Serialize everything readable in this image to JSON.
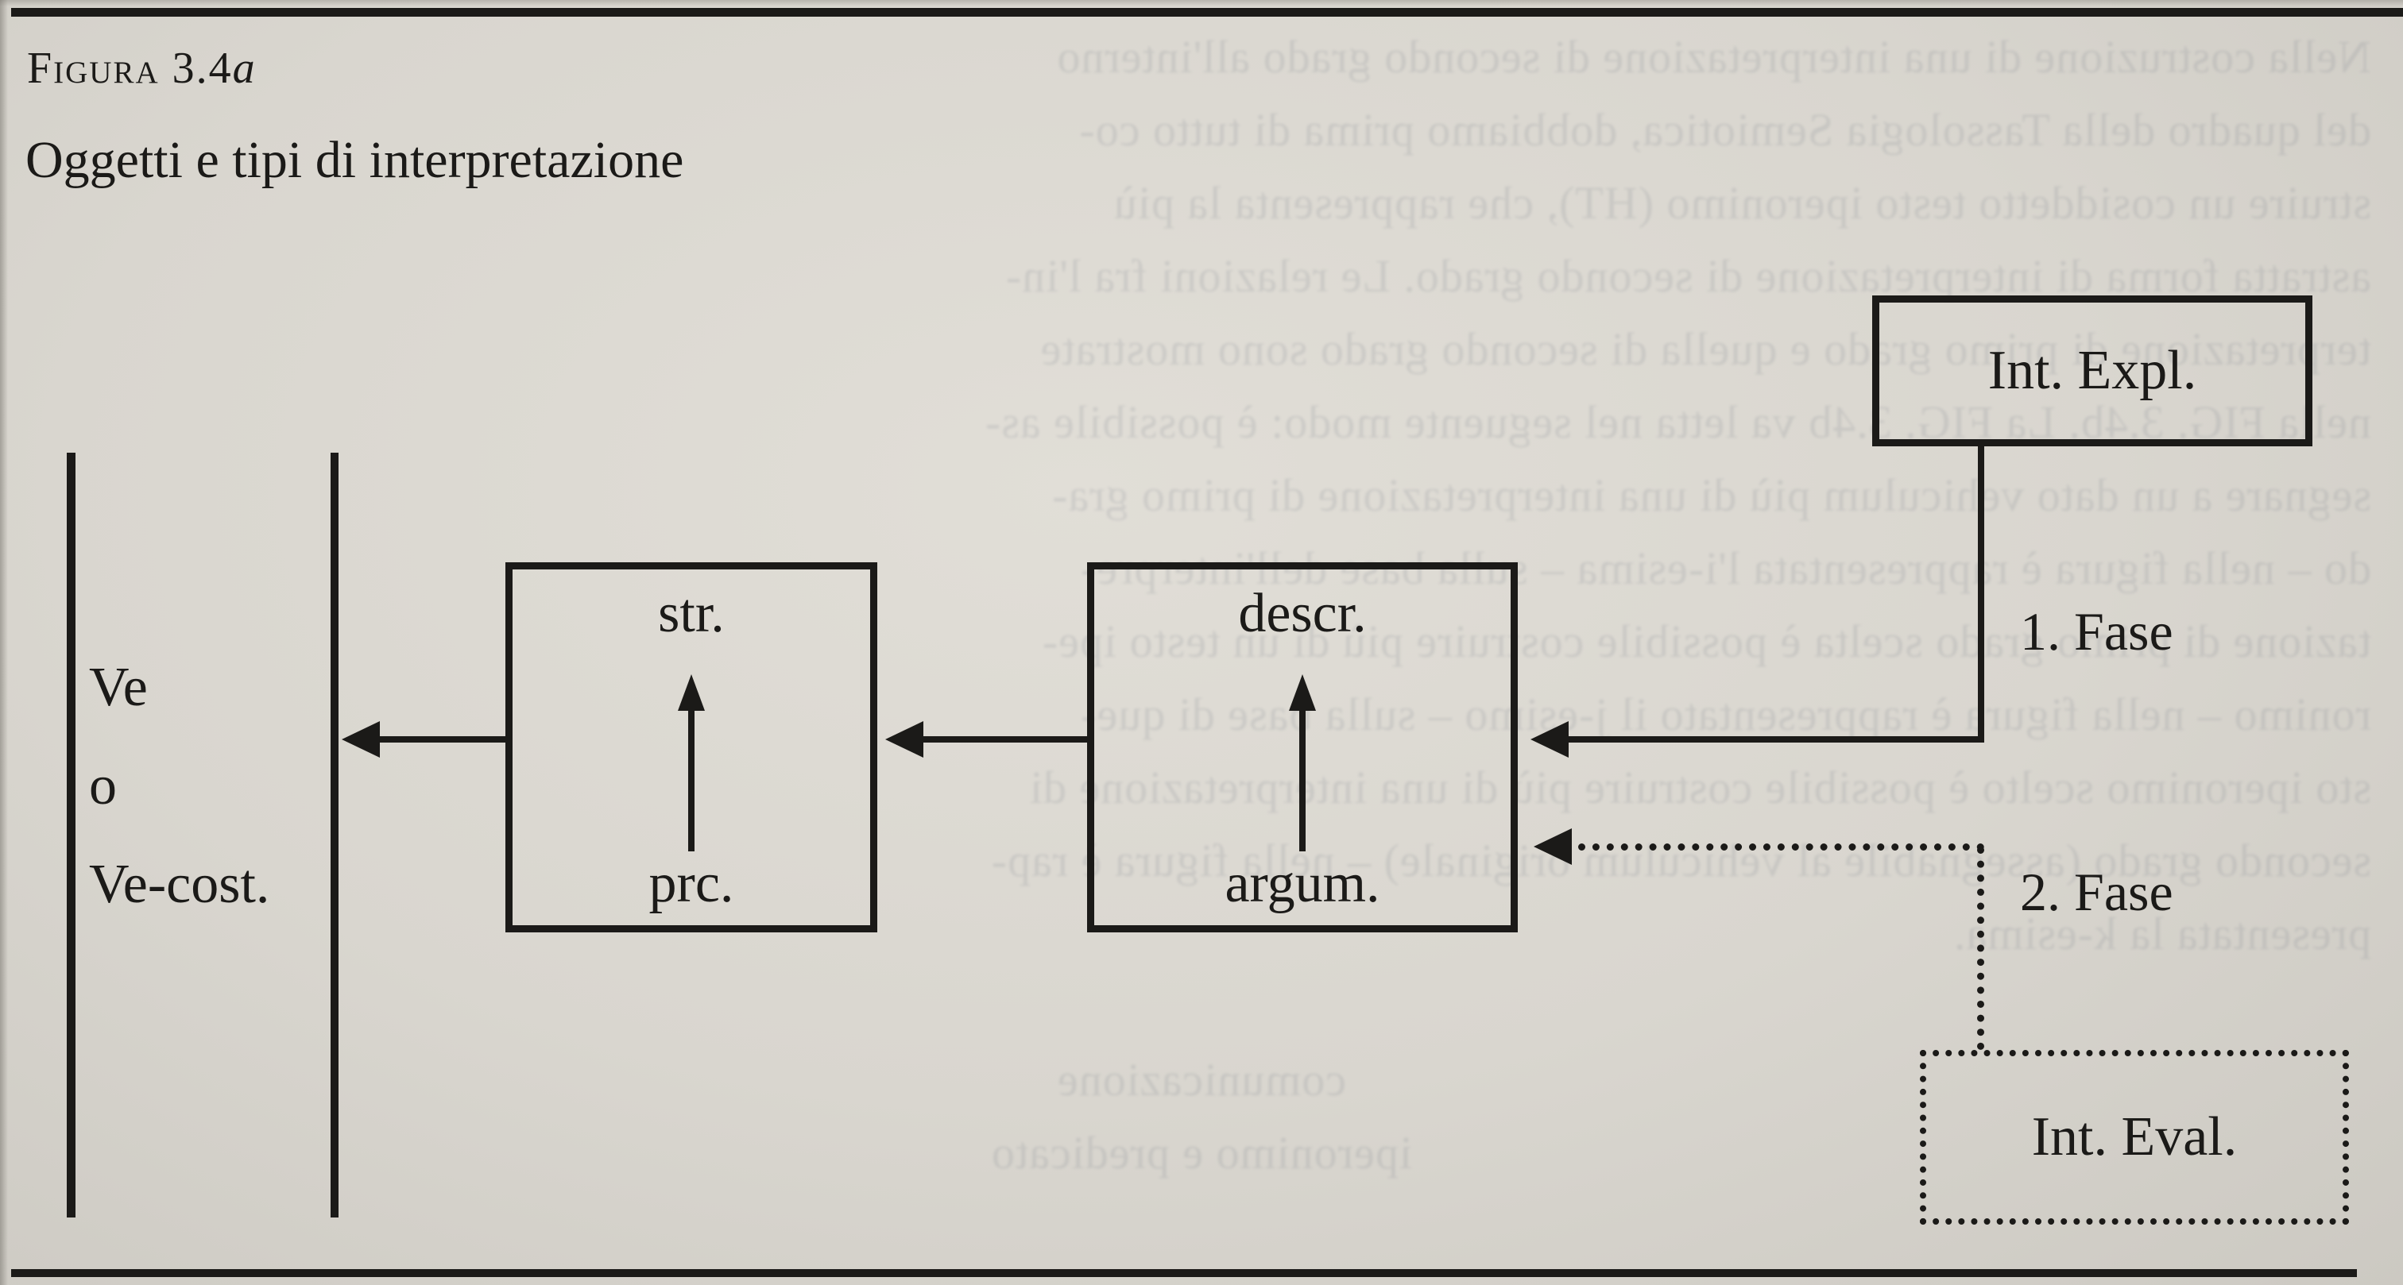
{
  "page": {
    "figure_label": "Figura 3.4",
    "figure_label_suffix": "a",
    "figure_title": "Oggetti e tipi di interpretazione"
  },
  "diagram": {
    "source_label": {
      "lines": [
        "Ve",
        "o",
        "Ve-cost."
      ]
    },
    "box_str": {
      "top": "str.",
      "bottom": "prc."
    },
    "box_descr": {
      "top": "descr.",
      "bottom": "argum."
    },
    "box_int_expl": "Int. Expl.",
    "box_int_eval": "Int. Eval.",
    "phase1": "1. Fase",
    "phase2": "2. Fase"
  },
  "bleedthrough": {
    "lines": [
      "Nella costruzione di una interpretazione di secondo grado all'interno",
      "del quadro della Tassologia Semiotica, dobbiamo prima di tutto co-",
      "struire un cosiddetto testo iperonimo (HT), che rappresenta la più",
      "astratta forma di interpretazione di secondo grado. Le relazioni fra l'in-",
      "terpretazione di primo grado e quella di secondo grado sono mostrate",
      "nella FIG. 3.4b. La FIG. 3.4b va letta nel seguente modo: è possibile as-",
      "segnare a un dato vehiculum più di una interpretazione di primo gra-",
      "do – nella figura è rappresentata l'i-esima – sulla base dell'interpre-",
      "tazione di primo grado scelta è possibile costruire più di un testo ipe-",
      "ronimo – nella figura è rappresentato il j-esimo – sulla base di que-",
      "sto iperonimo scelto è possibile costruire più di una interpretazione di",
      "secondo grado (assegnabile al vehiculum originale) – nella figura è rap-",
      "presentata la k-esima.",
      "",
      "comunicazione",
      "iperonimo e predicato",
      ""
    ]
  },
  "colors": {
    "paper": "#d9d6cf",
    "ink": "#1b1a18"
  }
}
